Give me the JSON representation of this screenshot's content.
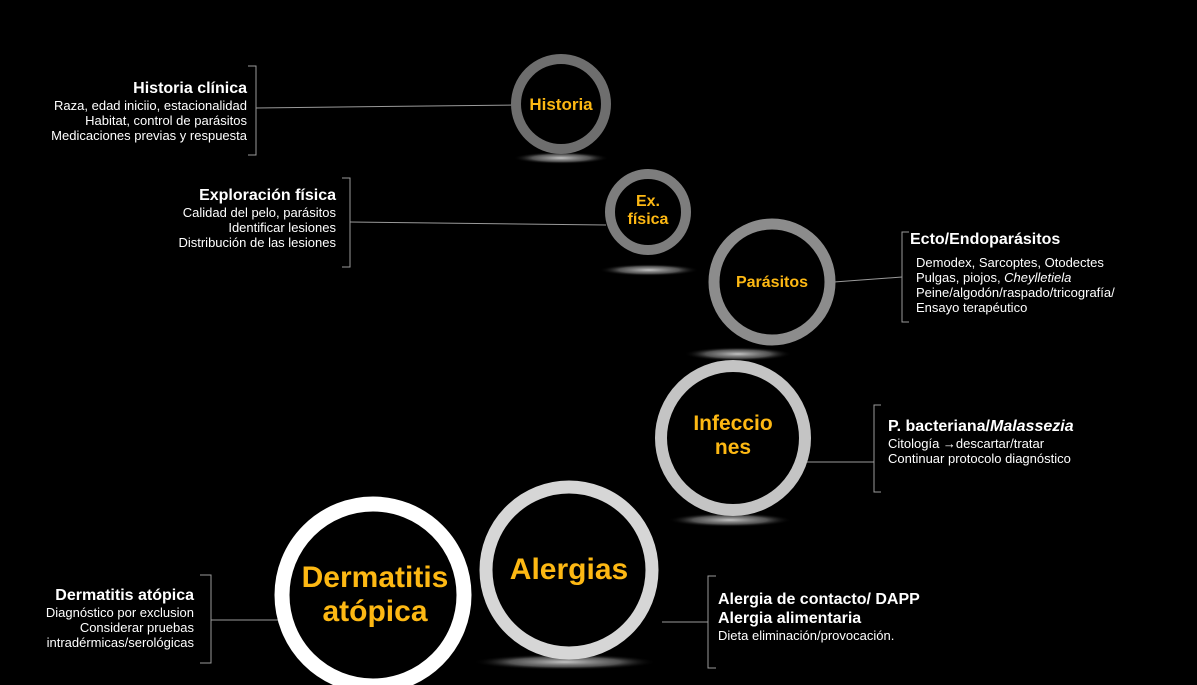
{
  "colors": {
    "accent": "#fdb813",
    "background": "#000000"
  },
  "circles": {
    "historia": "Historia",
    "ex_fisica": [
      "Ex.",
      "física"
    ],
    "parasitos": "Parásitos",
    "infecciones": [
      "Infeccio",
      "nes"
    ],
    "dermatitis": [
      "Dermatitis",
      "atópica"
    ],
    "alergias": "Alergias"
  },
  "blocks": {
    "historia_clinica": {
      "title": "Historia clínica",
      "lines": [
        "Raza, edad iniciio, estacionalidad",
        "Habitat, control de parásitos",
        "Medicaciones previas y respuesta"
      ]
    },
    "exploracion_fisica": {
      "title": "Exploración física",
      "lines": [
        "Calidad del pelo, parásitos",
        "Identificar lesiones",
        "Distribución de las lesiones"
      ]
    },
    "ecto_endo": {
      "title": "Ecto/Endoparásitos",
      "line1": "Demodex, Sarcoptes, Otodectes",
      "line2_prefix": "Pulgas, piojos, ",
      "line2_italic": "Cheylletiela",
      "line3": "Peine/algodón/raspado/tricografía/",
      "line4": "Ensayo terapéutico"
    },
    "bacteriana": {
      "title_prefix": "P. bacteriana/",
      "title_italic": "Malassezia",
      "line1": "Citología →descartar/tratar",
      "line2": "Continuar protocolo diagnóstico"
    },
    "dermatitis_atopica": {
      "title": "Dermatitis atópica",
      "lines": [
        "Diagnóstico por exclusion",
        "Considerar pruebas",
        "intradérmicas/serológicas"
      ]
    },
    "alergia": {
      "title1": "Alergia de contacto/ DAPP",
      "title2": "Alergia alimentaria",
      "line1": "Dieta eliminación/provocación."
    }
  }
}
